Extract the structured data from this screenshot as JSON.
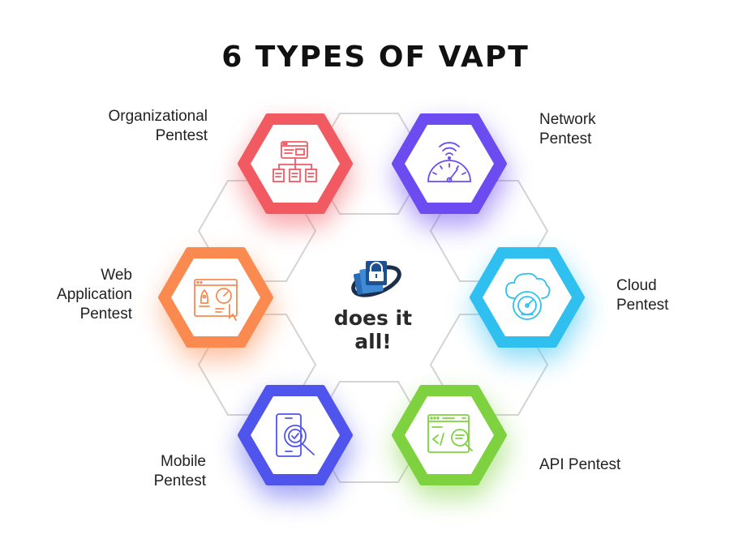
{
  "title": "6 TYPES OF VAPT",
  "center": {
    "tagline": "does it all!",
    "logo": "lock-shield-logo"
  },
  "items": [
    {
      "key": "organizational",
      "lines": [
        "Organizational",
        "Pentest"
      ],
      "color": "#F25A62",
      "icon": "sitemap-icon"
    },
    {
      "key": "network",
      "lines": [
        "Network",
        "Pentest"
      ],
      "color": "#6C4CF0",
      "icon": "wifi-gauge-icon"
    },
    {
      "key": "cloud",
      "lines": [
        "Cloud",
        "Pentest"
      ],
      "color": "#2FC0F0",
      "icon": "cloud-gauge-icon"
    },
    {
      "key": "api",
      "lines": [
        "API Pentest"
      ],
      "color": "#7ED23F",
      "icon": "code-search-icon"
    },
    {
      "key": "mobile",
      "lines": [
        "Mobile",
        "Pentest"
      ],
      "color": "#4F55EC",
      "icon": "mobile-search-icon"
    },
    {
      "key": "web",
      "lines": [
        "Web",
        "Application",
        "Pentest"
      ],
      "color": "#FA8A50",
      "icon": "web-app-icon"
    }
  ]
}
